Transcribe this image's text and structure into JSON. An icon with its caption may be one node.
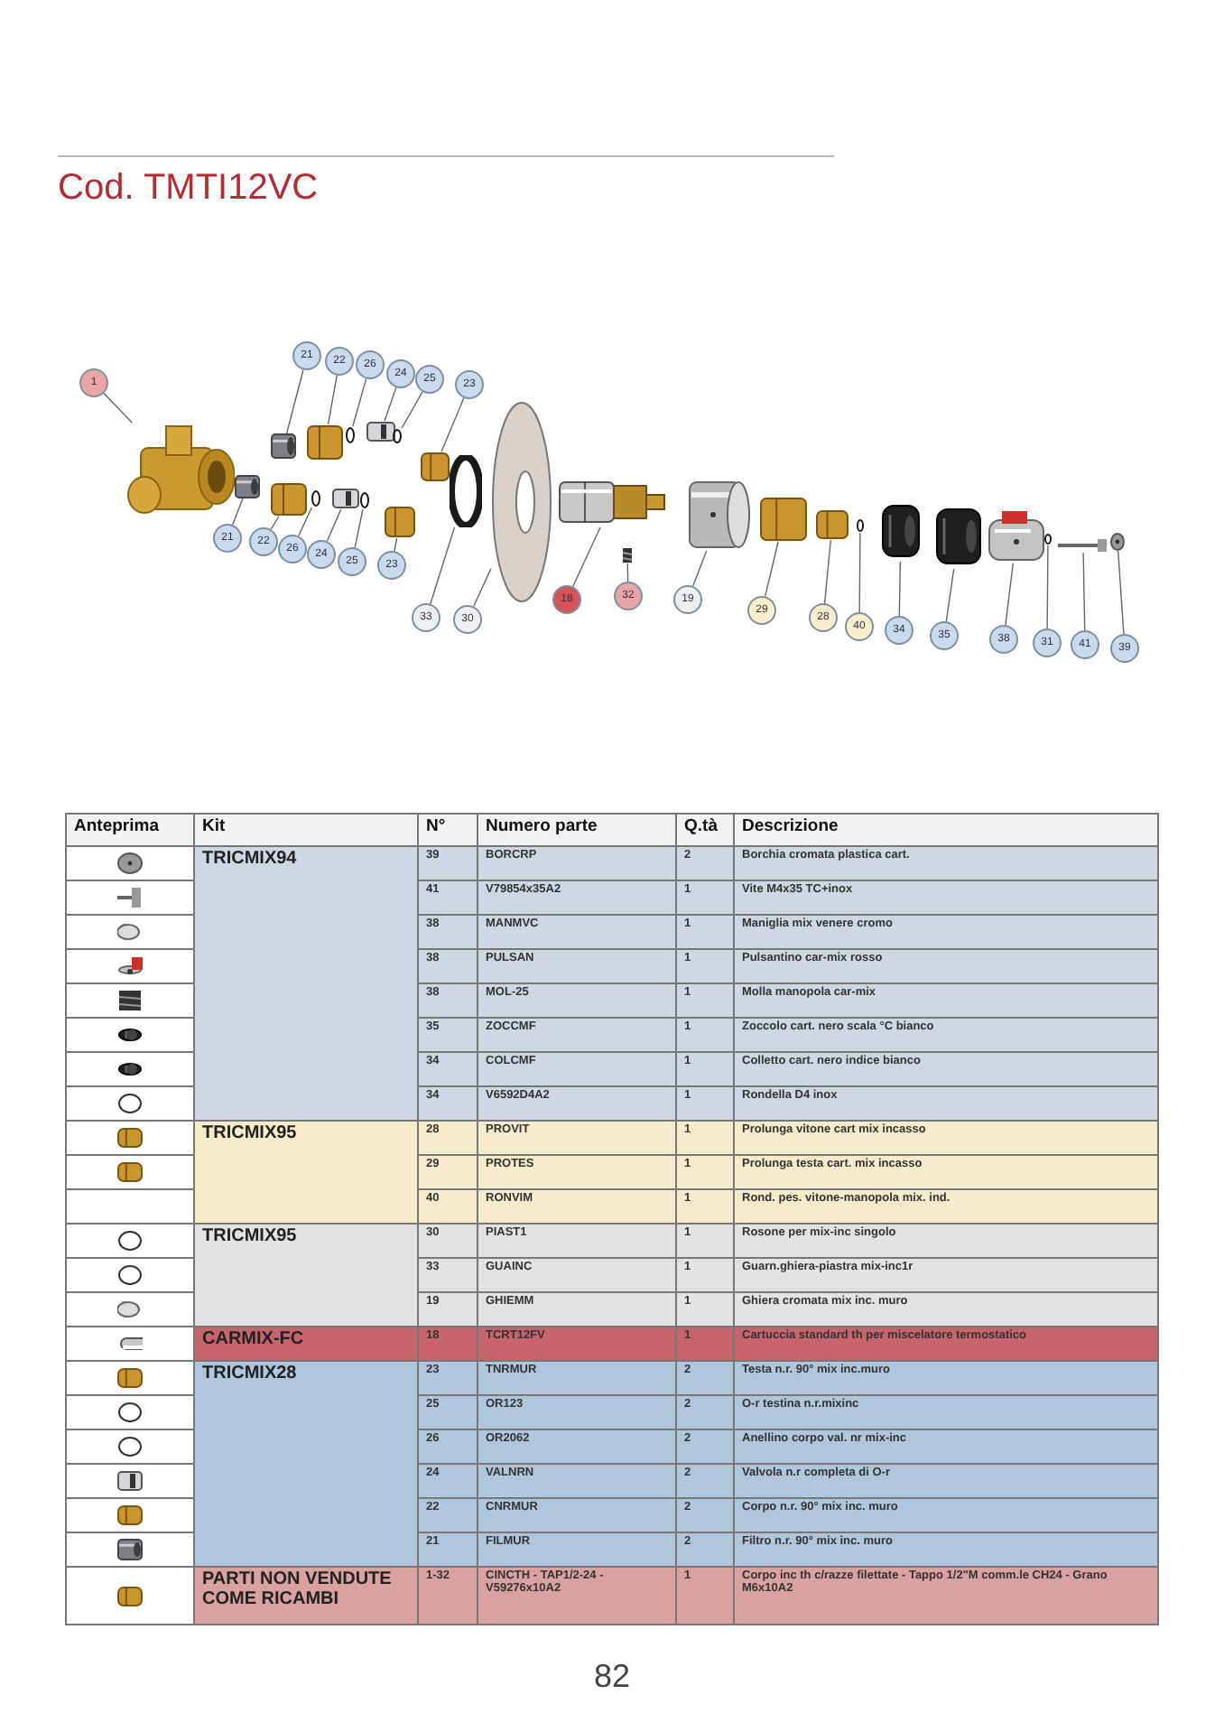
{
  "diagram": {
    "title": "Cod. TMTI12VC",
    "nodes": [
      {
        "text": [
          "1"
        ]
      },
      {
        "text": [],
        "shape": "picture"
      },
      {
        "text": [
          "21"
        ]
      },
      {
        "text": [],
        "shape": "picture"
      },
      {
        "text": [
          "22"
        ]
      },
      {
        "text": [],
        "shape": "picture"
      },
      {
        "text": [
          "26"
        ]
      },
      {
        "text": [],
        "shape": "circle"
      },
      {
        "text": [
          "24"
        ]
      },
      {
        "text": [],
        "shape": "picture"
      },
      {
        "text": [
          "25"
        ]
      },
      {
        "text": [],
        "shape": "circle"
      },
      {
        "text": [
          "23"
        ]
      },
      {
        "text": [],
        "shape": "picture"
      },
      {
        "text": [
          "21"
        ]
      },
      {
        "text": [],
        "shape": "picture"
      },
      {
        "text": [
          "22"
        ]
      },
      {
        "text": [],
        "shape": "picture"
      },
      {
        "text": [
          "26"
        ]
      },
      {
        "text": [],
        "shape": "circle"
      },
      {
        "text": [
          "24"
        ]
      },
      {
        "text": [],
        "shape": "picture"
      },
      {
        "text": [
          "25"
        ]
      },
      {
        "text": [],
        "shape": "circle"
      },
      {
        "text": [
          "23"
        ]
      },
      {
        "text": [],
        "shape": "picture"
      },
      {
        "text": [
          "33"
        ]
      },
      {
        "text": [],
        "shape": "circle"
      },
      {
        "text": [
          "30"
        ]
      },
      {
        "text": [],
        "shape": "picture"
      },
      {
        "text": [
          "18"
        ]
      },
      {
        "text": [],
        "shape": "picture"
      },
      {
        "text": [
          "32"
        ]
      },
      {
        "text": [],
        "shape": "picture"
      },
      {
        "text": [
          "19"
        ]
      },
      {
        "text": [],
        "shape": "picture"
      },
      {
        "text": [
          "29"
        ]
      },
      {
        "text": [],
        "shape": "picture"
      },
      {
        "text": [
          "28"
        ]
      },
      {
        "text": [],
        "shape": "picture"
      },
      {
        "text": [
          "40"
        ]
      },
      {
        "text": [],
        "shape": "circle"
      },
      {
        "text": [
          "34"
        ]
      },
      {
        "text": [],
        "shape": "picture"
      },
      {
        "text": [
          "35"
        ]
      },
      {
        "text": [],
        "shape": "picture"
      },
      {
        "text": [
          "38"
        ]
      },
      {
        "text": [],
        "shape": "picture"
      },
      {
        "text": [
          "31"
        ]
      },
      {
        "text": [],
        "shape": "circle"
      },
      {
        "text": [
          "41"
        ]
      },
      {
        "text": [],
        "shape": "picture"
      },
      {
        "text": [
          "39"
        ]
      },
      {
        "text": [],
        "shape": "picture"
      }
    ],
    "edges": [
      {
        "from": 0,
        "to": 1,
        "arrow": "none"
      },
      {
        "from": 2,
        "to": 3,
        "arrow": "none"
      },
      {
        "from": 4,
        "to": 5,
        "arrow": "none"
      },
      {
        "from": 6,
        "to": 7,
        "arrow": "none"
      },
      {
        "from": 8,
        "to": 9,
        "arrow": "none"
      },
      {
        "from": 10,
        "to": 11,
        "arrow": "none"
      },
      {
        "from": 12,
        "to": 13,
        "arrow": "none"
      },
      {
        "from": 14,
        "to": 15,
        "arrow": "none"
      },
      {
        "from": 16,
        "to": 17,
        "arrow": "none"
      },
      {
        "from": 18,
        "to": 19,
        "arrow": "none"
      },
      {
        "from": 20,
        "to": 21,
        "arrow": "none"
      },
      {
        "from": 22,
        "to": 23,
        "arrow": "none"
      },
      {
        "from": 24,
        "to": 25,
        "arrow": "none"
      },
      {
        "from": 26,
        "to": 27,
        "arrow": "none"
      },
      {
        "from": 28,
        "to": 29,
        "arrow": "none"
      },
      {
        "from": 30,
        "to": 31,
        "arrow": "none"
      },
      {
        "from": 32,
        "to": 33,
        "arrow": "none"
      },
      {
        "from": 34,
        "to": 35,
        "arrow": "none"
      },
      {
        "from": 36,
        "to": 37,
        "arrow": "none"
      },
      {
        "from": 38,
        "to": 39,
        "arrow": "none"
      },
      {
        "from": 40,
        "to": 41,
        "arrow": "none"
      },
      {
        "from": 42,
        "to": 43,
        "arrow": "none"
      },
      {
        "from": 44,
        "to": 45,
        "arrow": "none"
      },
      {
        "from": 46,
        "to": 47,
        "arrow": "none"
      },
      {
        "from": 48,
        "to": 49,
        "arrow": "none"
      },
      {
        "from": 50,
        "to": 51,
        "arrow": "none"
      },
      {
        "from": 52,
        "to": 53,
        "arrow": "none"
      }
    ],
    "labels": [
      "Anteprima",
      "Kit",
      "N°",
      "Numero parte",
      "Q.tà",
      "Descrizione",
      "TRICMIX94",
      "39",
      "BORCRP",
      "2",
      "Borchia cromata plastica cart.",
      "41",
      "V79854x35A2",
      "1",
      "Vite M4x35 TC+inox",
      "38",
      "MANMVC",
      "1",
      "Maniglia mix venere cromo",
      "38",
      "PULSAN",
      "1",
      "Pulsantino car-mix rosso",
      "38",
      "MOL-25",
      "1",
      "Molla manopola car-mix",
      "35",
      "ZOCCMF",
      "1",
      "Zoccolo cart. nero scala °C bianco",
      "34",
      "COLCMF",
      "1",
      "Colletto cart. nero indice bianco",
      "34",
      "V6592D4A2",
      "1",
      "Rondella D4 inox",
      "TRICMIX95",
      "28",
      "PROVIT",
      "1",
      "Prolunga vitone cart mix incasso",
      "29",
      "PROTES",
      "1",
      "Prolunga testa cart. mix incasso",
      "40",
      "RONVIM",
      "1",
      "Rond. pes. vitone-manopola mix. ind.",
      "TRICMIX95",
      "30",
      "PIAST1",
      "1",
      "Rosone per mix-inc singolo",
      "33",
      "GUAINC",
      "1",
      "Guarn.ghiera-piastra mix-inc1r",
      "19",
      "GHIEMM",
      "1",
      "Ghiera cromata mix inc. muro",
      "CARMIX-FC",
      "18",
      "TCRT12FV",
      "1",
      "Cartuccia standard th per miscelatore termostatico",
      "TRICMIX28",
      "23",
      "TNRMUR",
      "2",
      "Testa n.r. 90° mix inc.muro",
      "25",
      "OR123",
      "2",
      "O-r testina n.r.mixinc",
      "26",
      "OR2062",
      "2",
      "Anellino corpo val. nr mix-inc",
      "24",
      "VALNRN",
      "2",
      "Valvola n.r completa di O-r",
      "22",
      "CNRMUR",
      "2",
      "Corpo n.r. 90° mix inc. muro",
      "21",
      "FILMUR",
      "2",
      "Filtro n.r. 90° mix inc. muro",
      "PARTI NON VENDUTE COME RICAMBI",
      "1-32",
      "CINCTH - TAP1/2-24 - V59276x10A2",
      "1",
      "Corpo inc th c/razze filettate - Tappo 1/2\"M comm.le CH24 - Grano M6x10A2",
      "82"
    ]
  }
}
